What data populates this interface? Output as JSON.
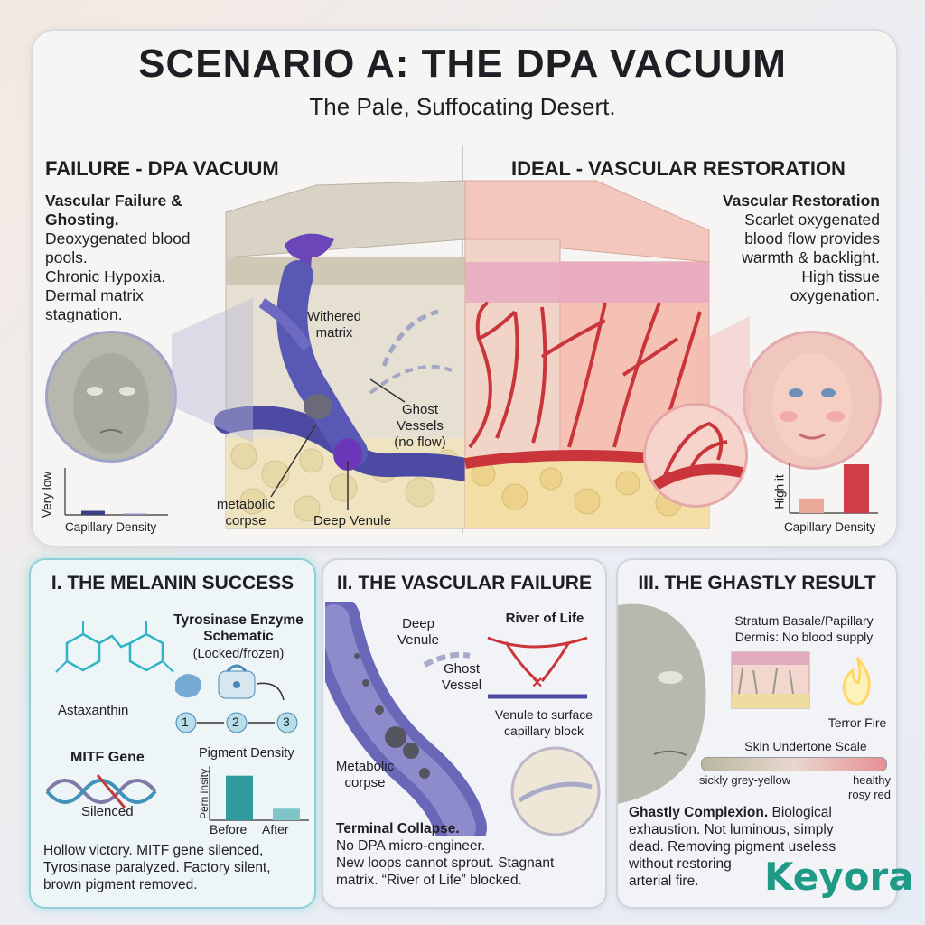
{
  "header": {
    "title": "SCENARIO A: THE DPA VACUUM",
    "subtitle": "The Pale, Suffocating Desert."
  },
  "left": {
    "heading": "FAILURE - DPA VACUUM",
    "subheading": "Vascular Failure & Ghosting.",
    "desc_lines": [
      "Deoxygenated blood",
      "pools.",
      "Chronic Hypoxia.",
      "Dermal matrix",
      "stagnation."
    ],
    "labels": {
      "withered": [
        "Withered",
        "matrix"
      ],
      "ghost": [
        "Ghost",
        "Vessels",
        "(no flow)"
      ],
      "corpse": [
        "metabolic",
        "corpse"
      ],
      "venule": "Deep Venule"
    },
    "chart": {
      "ylabel": "Very low",
      "xlabel": "Capillary Density"
    }
  },
  "right": {
    "heading": "IDEAL - VASCULAR RESTORATION",
    "subheading": "Vascular Restoration",
    "desc_lines": [
      "Scarlet oxygenated",
      "blood flow provides",
      "warmth & backlight.",
      "High tissue",
      "oxygenation."
    ],
    "chart": {
      "ylabel": "High it",
      "xlabel": "Capillary Density"
    }
  },
  "chart_data": [
    {
      "type": "bar",
      "categories": [
        "",
        ""
      ],
      "values": [
        0.09,
        0.03
      ],
      "ylim": [
        0,
        1
      ],
      "ylabel": "Very low",
      "xlabel": "Capillary Density",
      "colors": [
        "#3b3f86",
        "#8a8fc0"
      ]
    },
    {
      "type": "bar",
      "categories": [
        "",
        ""
      ],
      "values": [
        0.3,
        1.0
      ],
      "ylim": [
        0,
        1
      ],
      "ylabel": "High it",
      "xlabel": "Capillary Density",
      "colors": [
        "#e9aa9a",
        "#cf3d45"
      ]
    },
    {
      "type": "bar",
      "categories": [
        "Before",
        "After"
      ],
      "values": [
        0.85,
        0.22
      ],
      "ylim": [
        0,
        1
      ],
      "ylabel": "Pern insity",
      "title": "Pigment Density",
      "colors": [
        "#2f9aa0",
        "#7fc4c6"
      ]
    }
  ],
  "card1": {
    "title": "I. THE MELANIN SUCCESS",
    "molecule_label": "Astaxanthin",
    "enzyme_title": [
      "Tyrosinase Enzyme",
      "Schematic"
    ],
    "enzyme_note": "(Locked/frozen)",
    "steps": [
      "1",
      "2",
      "3"
    ],
    "mitf_title": "MITF Gene",
    "mitf_note": "Silenced",
    "chart_title": "Pigment Density",
    "chart_ylabel": "Pern insity",
    "chart_x": [
      "Before",
      "After"
    ],
    "footer_lines": [
      "Hollow victory. MITF gene silenced,",
      "Tyrosinase paralyzed. Factory silent,",
      "brown pigment removed."
    ]
  },
  "card2": {
    "title": "II. THE VASCULAR FAILURE",
    "deep_venule": [
      "Deep",
      "Venule"
    ],
    "ghost_vessel": [
      "Ghost",
      "Vessel"
    ],
    "river_title": "River of Life",
    "river_note": [
      "Venule to surface",
      "capillary block"
    ],
    "corpse": [
      "Metabolic",
      "corpse"
    ],
    "footer_title": "Terminal Collapse.",
    "footer_lines": [
      "No DPA micro-engineer.",
      "New loops cannot sprout. Stagnant",
      "matrix. “River of Life” blocked."
    ]
  },
  "card3": {
    "title": "III. THE GHASTLY RESULT",
    "note": [
      "Stratum Basale/Papillary",
      "Dermis: No blood supply"
    ],
    "fire_label": "Terror Fire",
    "scale_title": "Skin Undertone Scale",
    "scale_left": "sickly grey-yellow",
    "scale_right": [
      "healthy",
      "rosy red"
    ],
    "footer_title": "Ghastly Complexion.",
    "footer_first": " Biological",
    "footer_lines": [
      "exhaustion. Not luminous, simply",
      "dead. Removing pigment useless",
      "without restoring",
      "arterial fire."
    ]
  },
  "brand": {
    "name": "Keyora",
    "color": "#1f9a86"
  }
}
